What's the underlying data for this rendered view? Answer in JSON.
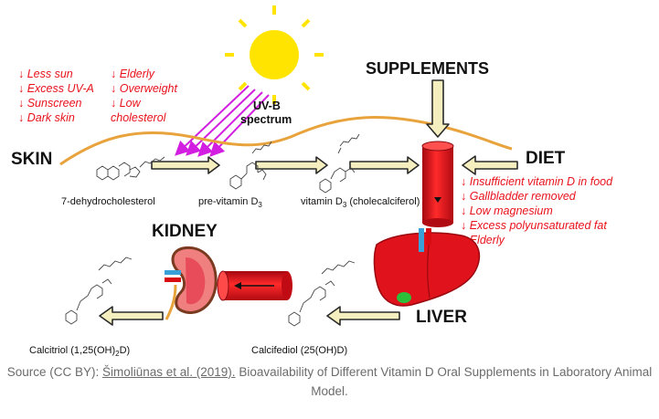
{
  "labels": {
    "skin": "SKIN",
    "supplements": "SUPPLEMENTS",
    "diet": "DIET",
    "kidney": "KIDNEY",
    "liver": "LIVER",
    "uvb": "UV-B",
    "spectrum": "spectrum"
  },
  "skin_factors_left": [
    "↓ Less sun",
    "↓ Excess UV-A",
    "↓ Sunscreen",
    "↓ Dark skin"
  ],
  "skin_factors_right": [
    "↓ Elderly",
    "↓ Overweight",
    "↓ Low",
    "cholesterol"
  ],
  "diet_factors": [
    "↓ Insufficient vitamin D in food",
    "↓ Gallbladder removed",
    "↓ Low magnesium",
    "↓ Excess polyunsaturated fat",
    "↓ Elderly"
  ],
  "compounds": {
    "c1": "7-dehydrocholesterol",
    "c2_base": "pre-vitamin D",
    "c2_sub": "3",
    "c3_base": "vitamin D",
    "c3_sub": "3",
    "c3_tail": " (cholecalciferol)",
    "c4": "Calcifediol (25(OH)D)",
    "c5_base": "Calcitriol (1,25(OH)",
    "c5_sub": "2",
    "c5_tail": "D)"
  },
  "caption": {
    "prefix": "Source (CC BY): ",
    "link": "Šimoliūnas et al. (2019).",
    "rest": " Bioavailability of Different Vitamin D Oral Supplements in Laboratory Animal Model."
  },
  "colors": {
    "red_text": "#e8121b",
    "arrow_fill": "#f5efc0",
    "arrow_stroke": "#2a2a2a",
    "sun": "#ffe400",
    "skin_curve": "#e8a33d",
    "uv_rays": "#d21ee0",
    "organ_red": "#e0121b"
  }
}
